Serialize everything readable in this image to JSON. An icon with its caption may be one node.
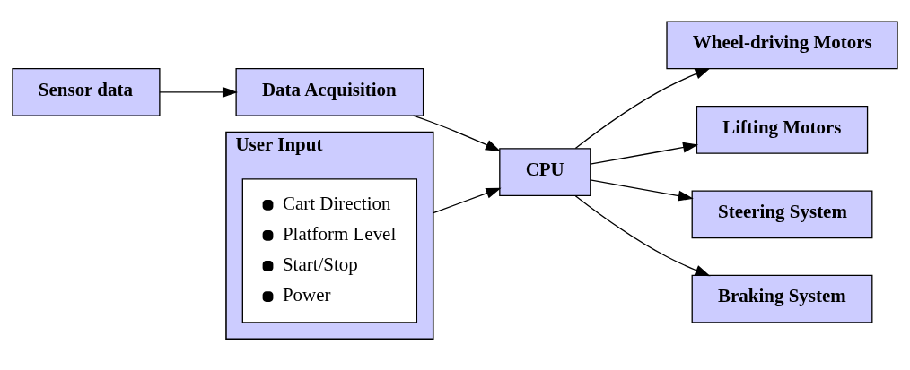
{
  "diagram": {
    "nodes": [
      {
        "text": [
          "Sensor data"
        ]
      },
      {
        "text": [
          "Data Acquisition"
        ]
      },
      {
        "text": [
          "User Input"
        ]
      },
      {
        "text": [
          "Cart Direction",
          "Platform Level",
          "Start/Stop",
          "Power"
        ],
        "in": 2
      },
      {
        "text": [
          "CPU"
        ]
      },
      {
        "text": [
          "Wheel-driving Motors"
        ]
      },
      {
        "text": [
          "Lifting Motors"
        ]
      },
      {
        "text": [
          "Steering System"
        ]
      },
      {
        "text": [
          "Braking System"
        ]
      }
    ],
    "edges": [
      {
        "from": 0,
        "to": 1,
        "arrow": "to"
      },
      {
        "from": 1,
        "to": 4,
        "arrow": "to"
      },
      {
        "from": 2,
        "to": 4,
        "arrow": "to"
      },
      {
        "from": 4,
        "to": 5,
        "arrow": "to"
      },
      {
        "from": 4,
        "to": 6,
        "arrow": "to"
      },
      {
        "from": 4,
        "to": 7,
        "arrow": "to"
      },
      {
        "from": 4,
        "to": 8,
        "arrow": "to"
      }
    ]
  }
}
